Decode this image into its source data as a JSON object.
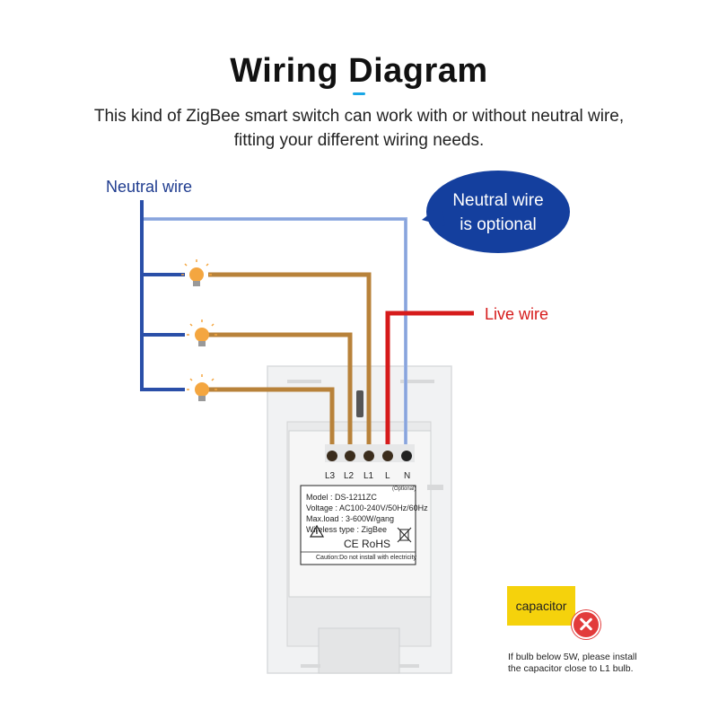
{
  "title": "Wiring Diagram",
  "subtitle": {
    "line1": "This kind of ZigBee smart switch can work with or without neutral wire,",
    "line2": "fitting your different wiring needs."
  },
  "labels": {
    "neutral_wire": "Neutral wire",
    "live_wire": "Live wire",
    "bubble_line1": "Neutral wire",
    "bubble_line2": "is optional"
  },
  "terminals": [
    "L3",
    "L2",
    "L1",
    "L",
    "N"
  ],
  "terminal_note": "(Optional)",
  "plate": {
    "model": "Model : DS-1211ZC",
    "voltage": "Voltage : AC100-240V/50Hz/60Hz",
    "maxload": "Max.load : 3-600W/gang",
    "wireless": "Wireless type : ZigBee",
    "marks": "CE RoHS",
    "caution": "Caution:Do not install with electricity"
  },
  "capacitor": {
    "label": "capacitor",
    "note_line1": "If bulb below 5W, please install",
    "note_line2": "the capacitor close to L1 bulb."
  },
  "colors": {
    "neutral": "#2a4fa8",
    "neutral_optional": "#9db6e6",
    "load": "#b8823a",
    "live": "#d61b1b",
    "bubble": "#143f9e",
    "capacitor": "#f5d20c"
  }
}
